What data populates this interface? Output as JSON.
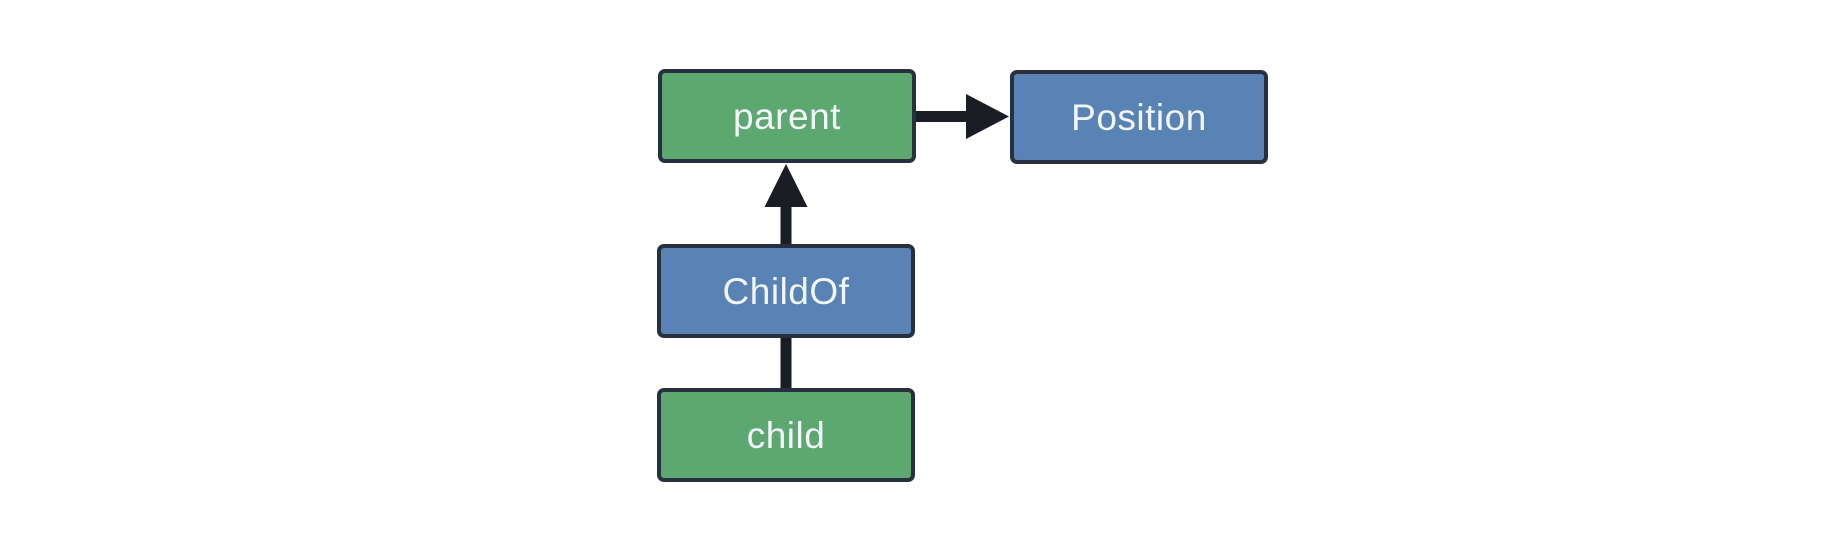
{
  "diagram": {
    "background": "#ffffff",
    "colors": {
      "entity_fill": "#5DA870",
      "component_fill": "#5883B4",
      "node_border": "#28303E",
      "arrow": "#1A1D23",
      "label_text": "#F2F5F9"
    },
    "nodes": [
      {
        "id": "parent",
        "label": "parent",
        "type": "entity"
      },
      {
        "id": "position",
        "label": "Position",
        "type": "component"
      },
      {
        "id": "childof",
        "label": "ChildOf",
        "type": "relationship"
      },
      {
        "id": "child",
        "label": "child",
        "type": "entity"
      }
    ],
    "edges": [
      {
        "from": "parent",
        "to": "position",
        "style": "arrow"
      },
      {
        "from": "childof",
        "to": "parent",
        "style": "arrow"
      },
      {
        "from": "child",
        "to": "childof",
        "style": "line"
      }
    ]
  }
}
